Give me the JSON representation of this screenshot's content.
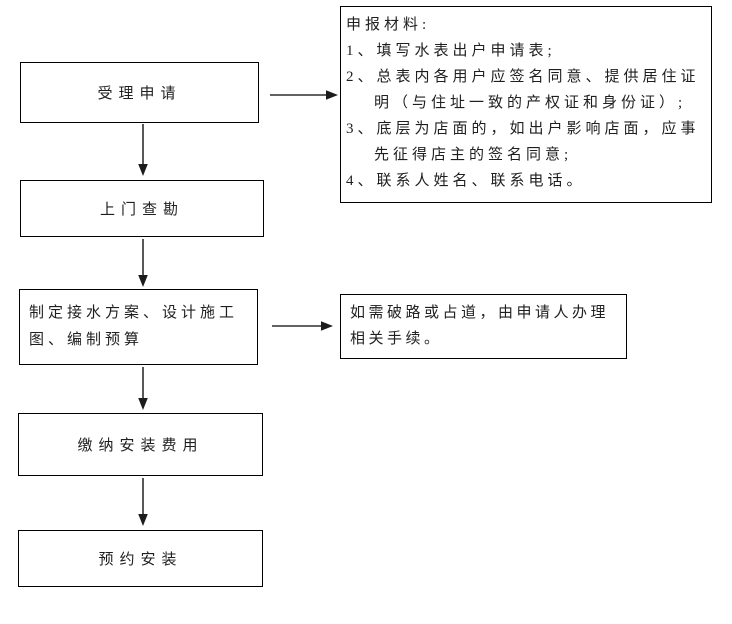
{
  "diagram": {
    "type": "flowchart",
    "colors": {
      "background": "#ffffff",
      "box_border": "#000000",
      "text": "#1f1f1f",
      "arrow": "#2f2f2f"
    },
    "steps": [
      {
        "id": "accept-application",
        "label": "受理申请"
      },
      {
        "id": "site-survey",
        "label": "上门查勘"
      },
      {
        "id": "plan-design",
        "label": "制定接水方案、设计施工图、编制预算"
      },
      {
        "id": "pay-installation-fee",
        "label": "缴纳安装费用"
      },
      {
        "id": "schedule-installation",
        "label": "预约安装"
      }
    ],
    "notes": [
      {
        "id": "materials",
        "title": "申报材料:",
        "items": [
          "1、填写水表出户申请表;",
          "2、总表内各用户应签名同意、提供居住证明（与住址一致的产权证和身份证）;",
          "3、底层为店面的，如出户影响店面，应事先征得店主的签名同意;",
          "4、联系人姓名、联系电话。"
        ]
      },
      {
        "id": "road-permit",
        "text": "如需破路或占道，由申请人办理相关手续。"
      }
    ],
    "edges": [
      {
        "from": "accept-application",
        "to": "materials"
      },
      {
        "from": "accept-application",
        "to": "site-survey"
      },
      {
        "from": "site-survey",
        "to": "plan-design"
      },
      {
        "from": "plan-design",
        "to": "road-permit"
      },
      {
        "from": "plan-design",
        "to": "pay-installation-fee"
      },
      {
        "from": "pay-installation-fee",
        "to": "schedule-installation"
      }
    ]
  }
}
